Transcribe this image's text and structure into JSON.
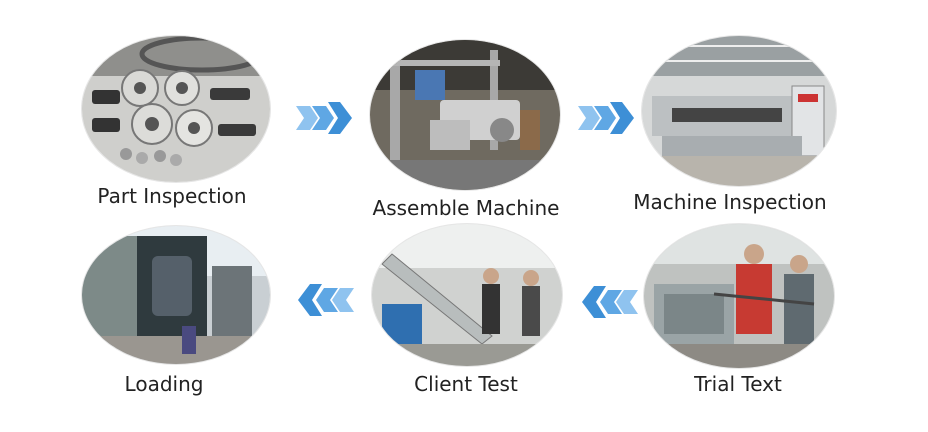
{
  "steps": [
    {
      "label": "Part Inspection"
    },
    {
      "label": "Assemble Machine"
    },
    {
      "label": "Machine Inspection"
    },
    {
      "label": "Loading"
    },
    {
      "label": "Client Test"
    },
    {
      "label": "Trial Text"
    }
  ],
  "colors": {
    "arrow": "#3d8fd6",
    "arrow_light": "#8fc3ef",
    "label_text": "#222222"
  }
}
